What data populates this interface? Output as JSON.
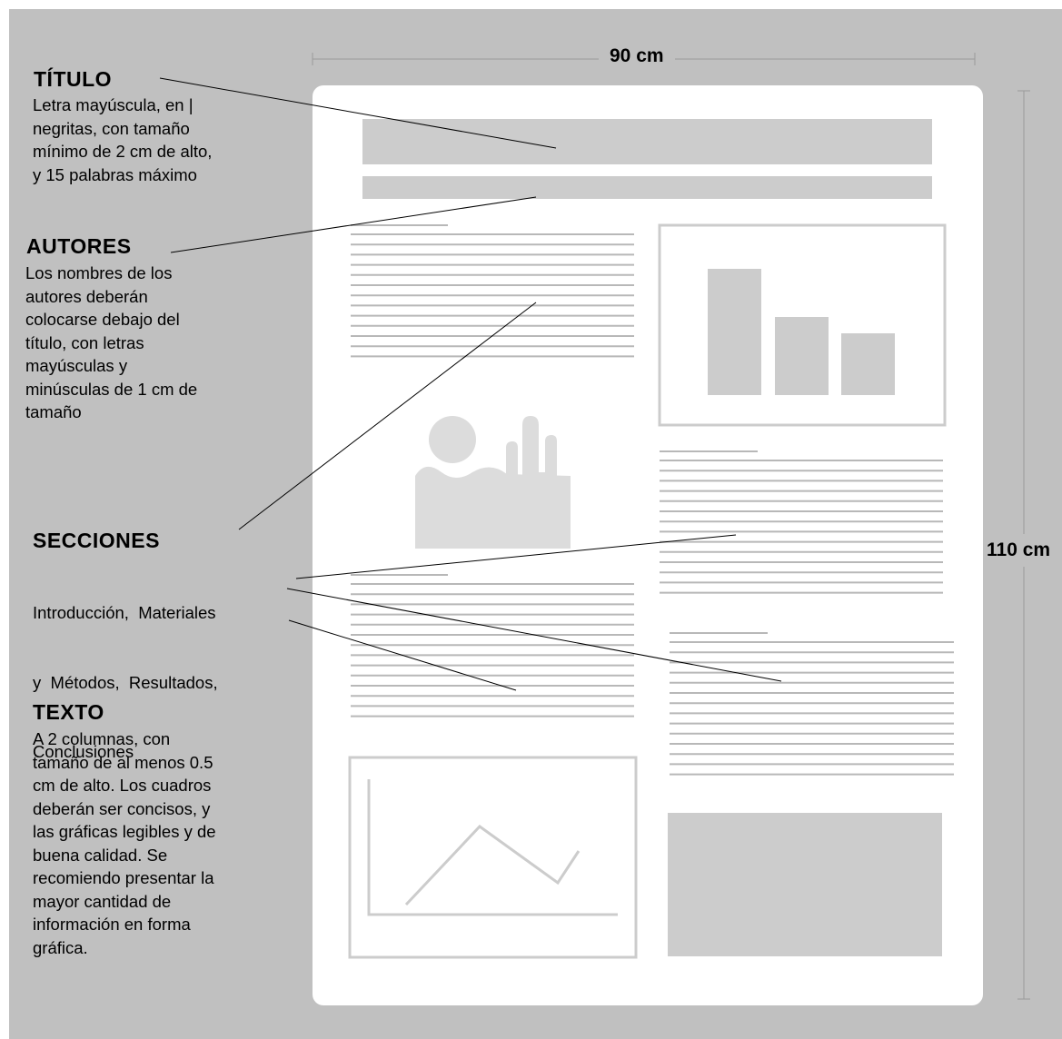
{
  "dimensions": {
    "width": "90 cm",
    "height": "110 cm"
  },
  "annotations": [
    {
      "title": "TÍTULO",
      "description": [
        "Letra mayúscula, en |",
        "negritas, con tamaño",
        "mínimo de 2 cm de alto,",
        "y 15 palabras máximo"
      ]
    },
    {
      "title": "AUTORES",
      "description": [
        "Los nombres de los",
        "autores deberán",
        "colocarse debajo del",
        "título, con letras",
        "mayúsculas y",
        "minúsculas de 1 cm de",
        "tamaño"
      ]
    },
    {
      "title": "SECCIONES",
      "description": [
        "Introducción,  Materiales",
        "y  Métodos,  Resultados,",
        "Conclusiones"
      ]
    },
    {
      "title": "TEXTO",
      "description": [
        "A 2 columnas, con",
        "tamaño de al menos 0.5",
        "cm de alto. Los cuadros",
        "deberán ser concisos, y",
        "las gráficas legibles y de",
        "buena calidad. Se",
        "recomiendo presentar la",
        "mayor cantidad de",
        "información en forma",
        "gráfica."
      ]
    }
  ],
  "colors": {
    "background": "#c0c0c0",
    "poster": "#ffffff",
    "placeholder": "#cccccc",
    "text_lines": "#b8b8b8",
    "image_placeholder": "#dcdcdc"
  }
}
